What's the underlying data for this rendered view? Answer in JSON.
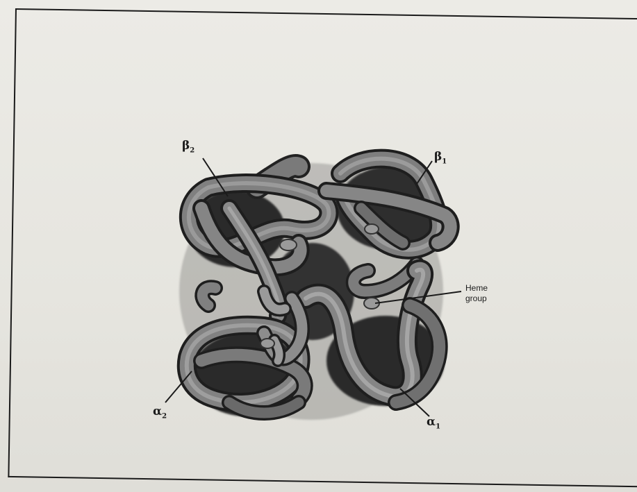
{
  "diagram": {
    "labels": {
      "beta2": {
        "symbol": "β",
        "sub": "2"
      },
      "beta1": {
        "symbol": "β",
        "sub": "1"
      },
      "alpha2": {
        "symbol": "α",
        "sub": "2"
      },
      "alpha1": {
        "symbol": "α",
        "sub": "1"
      },
      "heme": {
        "line1": "Heme",
        "line2": "group"
      }
    }
  }
}
